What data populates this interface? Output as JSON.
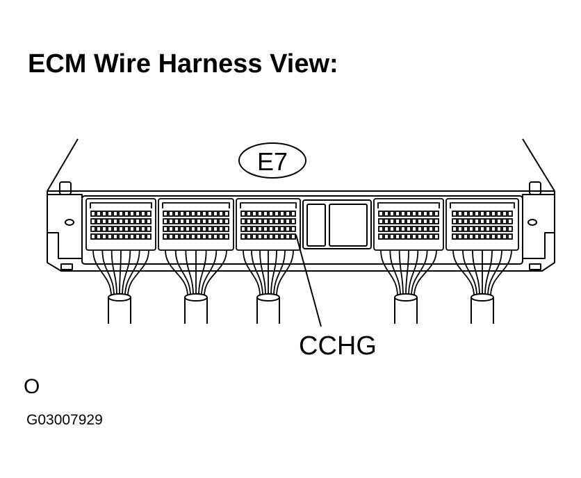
{
  "title": "ECM Wire Harness View:",
  "connector_label": "E7",
  "terminal_label": "CCHG",
  "symbol": "O",
  "figure_code": "G03007929"
}
